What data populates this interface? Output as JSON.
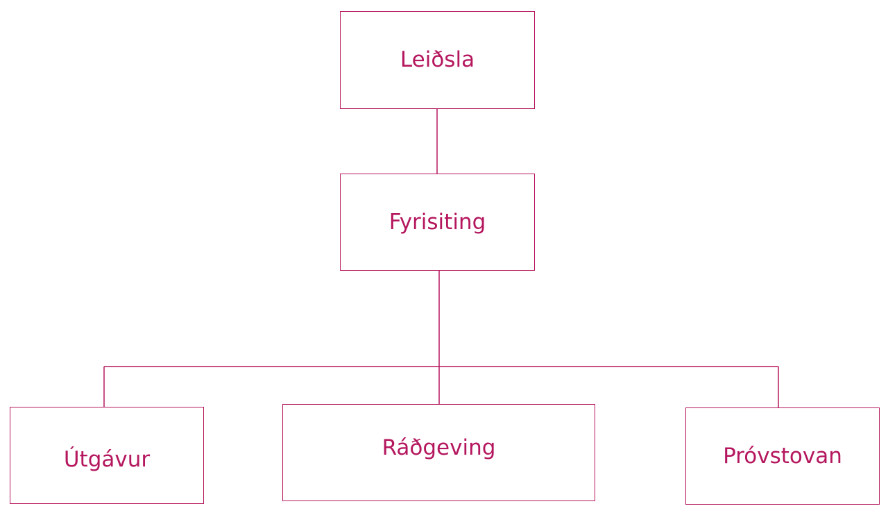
{
  "colors": {
    "accent": "#b5175e",
    "background": "#ffffff"
  },
  "nodes": {
    "leadership": "Leiðsla",
    "administration": "Fyrisiting",
    "publications": "Útgávur",
    "counseling": "Ráðgeving",
    "exam_office": "Próvstovan"
  }
}
